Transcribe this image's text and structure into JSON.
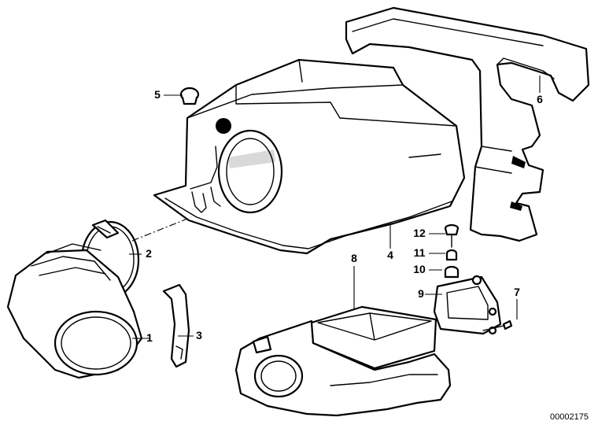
{
  "diagram": {
    "callouts": [
      {
        "id": "c1",
        "label": "1"
      },
      {
        "id": "c2",
        "label": "2"
      },
      {
        "id": "c3",
        "label": "3"
      },
      {
        "id": "c4",
        "label": "4"
      },
      {
        "id": "c5",
        "label": "5"
      },
      {
        "id": "c6",
        "label": "6"
      },
      {
        "id": "c7",
        "label": "7"
      },
      {
        "id": "c8",
        "label": "8"
      },
      {
        "id": "c9",
        "label": "9"
      },
      {
        "id": "c10",
        "label": "10"
      },
      {
        "id": "c11",
        "label": "11"
      },
      {
        "id": "c12",
        "label": "12"
      }
    ],
    "diagram_number": "00002175"
  }
}
